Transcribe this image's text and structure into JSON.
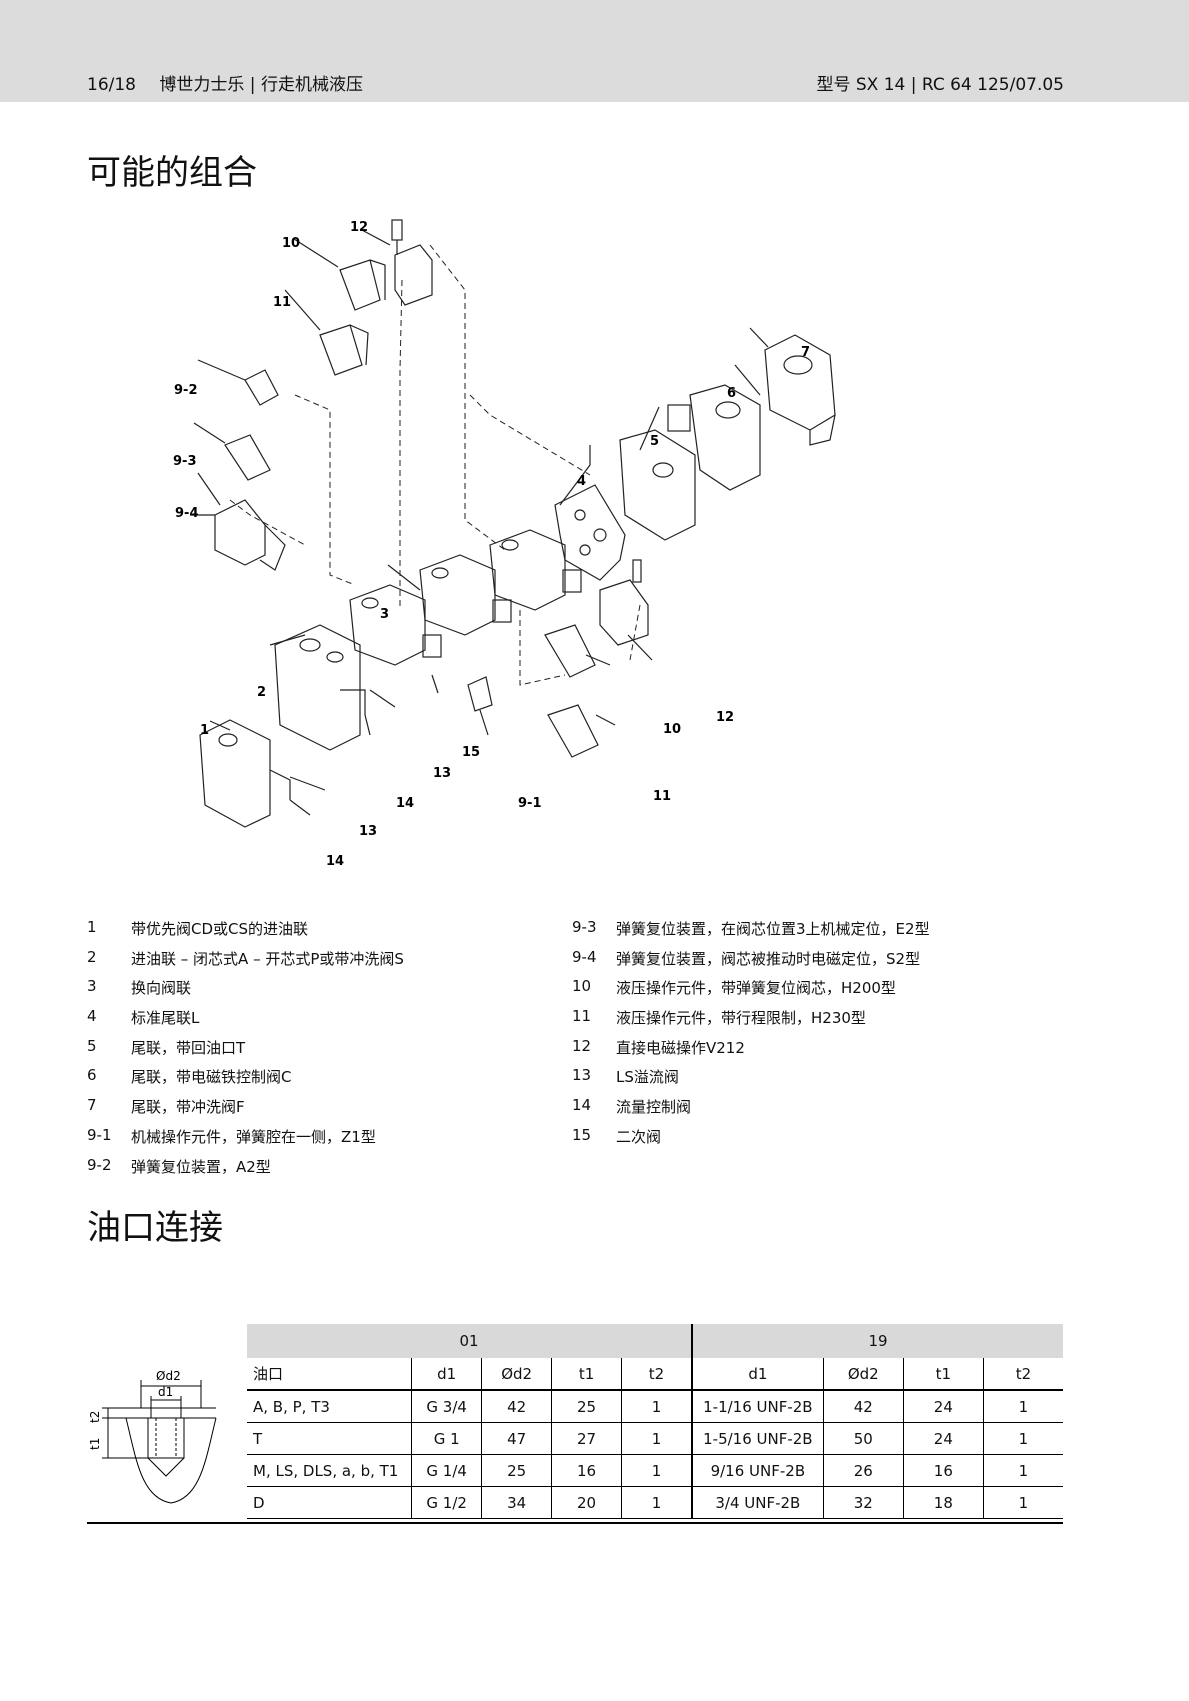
{
  "header": {
    "page": "16/18",
    "left_title": "博世力士乐 | 行走机械液压",
    "right_title": "型号 SX 14 | RC 64 125/07.05"
  },
  "section1_title": "可能的组合",
  "diagram_labels": [
    "12",
    "10",
    "11",
    "9-2",
    "9-3",
    "9-4",
    "7",
    "6",
    "5",
    "4",
    "3",
    "2",
    "1",
    "13",
    "14",
    "15",
    "9-1",
    "12",
    "10",
    "11",
    "13",
    "14"
  ],
  "legend_left": [
    {
      "num": "1",
      "text": "带优先阀CD或CS的进油联"
    },
    {
      "num": "2",
      "text": "进油联 – 闭芯式A – 开芯式P或带冲洗阀S"
    },
    {
      "num": "3",
      "text": "换向阀联"
    },
    {
      "num": "4",
      "text": "标准尾联L"
    },
    {
      "num": "5",
      "text": "尾联，带回油口T"
    },
    {
      "num": "6",
      "text": "尾联，带电磁铁控制阀C"
    },
    {
      "num": "7",
      "text": "尾联，带冲洗阀F"
    },
    {
      "num": "9-1",
      "text": "机械操作元件，弹簧腔在一侧，Z1型"
    },
    {
      "num": "9-2",
      "text": "弹簧复位装置，A2型"
    }
  ],
  "legend_right": [
    {
      "num": "9-3",
      "text": "弹簧复位装置，在阀芯位置3上机械定位，E2型"
    },
    {
      "num": "9-4",
      "text": "弹簧复位装置，阀芯被推动时电磁定位，S2型"
    },
    {
      "num": "10",
      "text": "液压操作元件，带弹簧复位阀芯，H200型"
    },
    {
      "num": "11",
      "text": "液压操作元件，带行程限制，H230型"
    },
    {
      "num": "12",
      "text": "直接电磁操作V212"
    },
    {
      "num": "13",
      "text": "LS溢流阀"
    },
    {
      "num": "14",
      "text": "流量控制阀"
    },
    {
      "num": "15",
      "text": "二次阀"
    }
  ],
  "section2_title": "油口连接",
  "sketch_labels": {
    "d2": "Ød2",
    "d1": "d1",
    "t2": "t2",
    "t1": "t1"
  },
  "table": {
    "group_01": "01",
    "group_19": "19",
    "headers": [
      "油口",
      "d1",
      "Ød2",
      "t1",
      "t2",
      "d1",
      "Ød2",
      "t1",
      "t2"
    ],
    "rows": [
      [
        "A, B, P, T3",
        "G 3/4",
        "42",
        "25",
        "1",
        "1-1/16 UNF-2B",
        "42",
        "24",
        "1"
      ],
      [
        "T",
        "G 1",
        "47",
        "27",
        "1",
        "1-5/16 UNF-2B",
        "50",
        "24",
        "1"
      ],
      [
        "M, LS, DLS, a, b, T1",
        "G 1/4",
        "25",
        "16",
        "1",
        "9/16 UNF-2B",
        "26",
        "16",
        "1"
      ],
      [
        "D",
        "G 1/2",
        "34",
        "20",
        "1",
        "3/4 UNF-2B",
        "32",
        "18",
        "1"
      ]
    ]
  }
}
